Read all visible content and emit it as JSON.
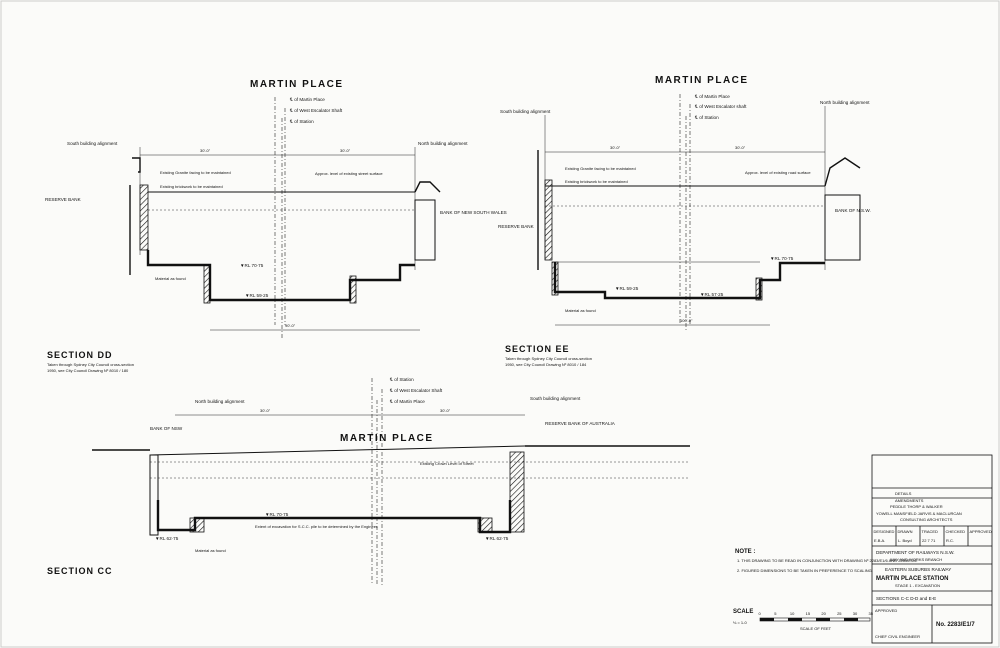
{
  "sections": {
    "dd": {
      "heading": "MARTIN PLACE",
      "title": "SECTION DD",
      "subtitle_1": "Taken through Sydney City Council cross-section",
      "subtitle_2": "1950, see City Council Drawing Nº 8010 / 180",
      "left_label": "RESERVE BANK",
      "right_label": "BANK OF NEW SOUTH WALES",
      "south_align": "South building alignment",
      "north_align": "North building alignment",
      "axis_1": "℄ of Martin Place",
      "axis_2": "℄ of West Escalator Shaft",
      "axis_3": "℄ of Station",
      "rl_upper": "▼RL 70·75",
      "rl_lower": "▼RL 59·25",
      "note_granite": "Existing Granite facing to be maintained",
      "note_brickwork": "Existing brickwork to be maintained",
      "note_road": "Approx. level of existing street surface",
      "note_material": "Material as found",
      "dim_top_left": "30'-0\"",
      "dim_top_right": "30'-0\"",
      "dim_bottom": "90'-0\""
    },
    "ee": {
      "heading": "MARTIN PLACE",
      "title": "SECTION EE",
      "subtitle_1": "Taken through Sydney City Council cross-section",
      "subtitle_2": "1950, see City Council Drawing Nº 8010 / 184",
      "left_label": "RESERVE BANK",
      "right_label": "BANK OF N.S.W.",
      "south_align": "South building alignment",
      "north_align": "North building alignment",
      "axis_1": "℄ of Martin Place",
      "axis_2": "℄ of West Escalator shaft",
      "axis_3": "℄ of Station",
      "rl_upper": "▼RL 70·75",
      "rl_mid": "▼RL 59·25",
      "rl_lower": "▼RL 57·25",
      "note_granite": "Existing Granite facing to be maintained",
      "note_brickwork": "Existing brickwork to be maintained",
      "note_road": "Approx. level of existing road surface",
      "note_material": "Material as found",
      "dim_top_left": "30'-0\"",
      "dim_top_right": "30'-0\"",
      "dim_bottom": "100'-0\""
    },
    "cc": {
      "heading": "MARTIN PLACE",
      "title": "SECTION CC",
      "left_label": "BANK OF NSW",
      "right_label": "RESERVE BANK OF AUSTRALIA",
      "north_align": "North building alignment",
      "south_align": "South building alignment",
      "axis_1": "℄ of Station",
      "axis_2": "℄ of West Escalator Shaft",
      "axis_3": "℄ of Martin Place",
      "rl_upper": "▼RL 70·75",
      "rl_left": "▼RL 62·75",
      "rl_right": "▼RL 62·75",
      "note_street": "Existing Crown Level of Street",
      "note_excavation": "Extent of excavation for S.C.C. pile to be determined by the Engineer.",
      "note_material": "Material as found",
      "dim_left": "30'-0\"",
      "dim_right": "30'-0\""
    }
  },
  "note": {
    "heading": "NOTE :",
    "item_1": "1. THIS DRAWING TO BE READ IN CONJUNCTION WITH DRAWING Nº 2283/E1/6 AND 2283/E1/6.",
    "item_2": "2. FIGURED DIMENSIONS TO BE TAKEN IN PREFERENCE TO SCALING."
  },
  "scale": {
    "label": "SCALE",
    "ratio": "⅛ = 1-0",
    "ticks": [
      "0",
      "5",
      "10",
      "15",
      "20",
      "25",
      "30",
      "35"
    ],
    "caption": "SCALE OF FEET"
  },
  "title_block": {
    "details": "DETAILS",
    "amendments": "AMENDMENTS",
    "architects": "PEDDLE THORP & WALKER",
    "firm_1": "YOWELL MANSFIELD JARVIS & MACLURCAN",
    "firm_2": "CONSULTING ARCHITECTS",
    "row_labels": [
      "DESIGNED",
      "DRAWN",
      "TRACED",
      "CHECKED",
      "APPROVED"
    ],
    "row_values": [
      "E.B.A.",
      "L. Boyd",
      "22 7 71",
      "R.C.",
      ""
    ],
    "department": "DEPARTMENT OF RAILWAYS N.S.W.",
    "branch": "WAY AND WORKS BRANCH",
    "railway": "EASTERN SUBURBS RAILWAY",
    "station": "MARTIN PLACE STATION",
    "stage": "STAGE 1 - EXCAVATION",
    "sheet_title": "SECTIONS C-C D-D and E-E",
    "approved": "APPROVED",
    "engineer": "CHIEF CIVIL ENGINEER",
    "drawing_no": "No. 2283/E1/7"
  },
  "colors": {
    "ink": "#111111",
    "paper": "#fbfbf9"
  }
}
